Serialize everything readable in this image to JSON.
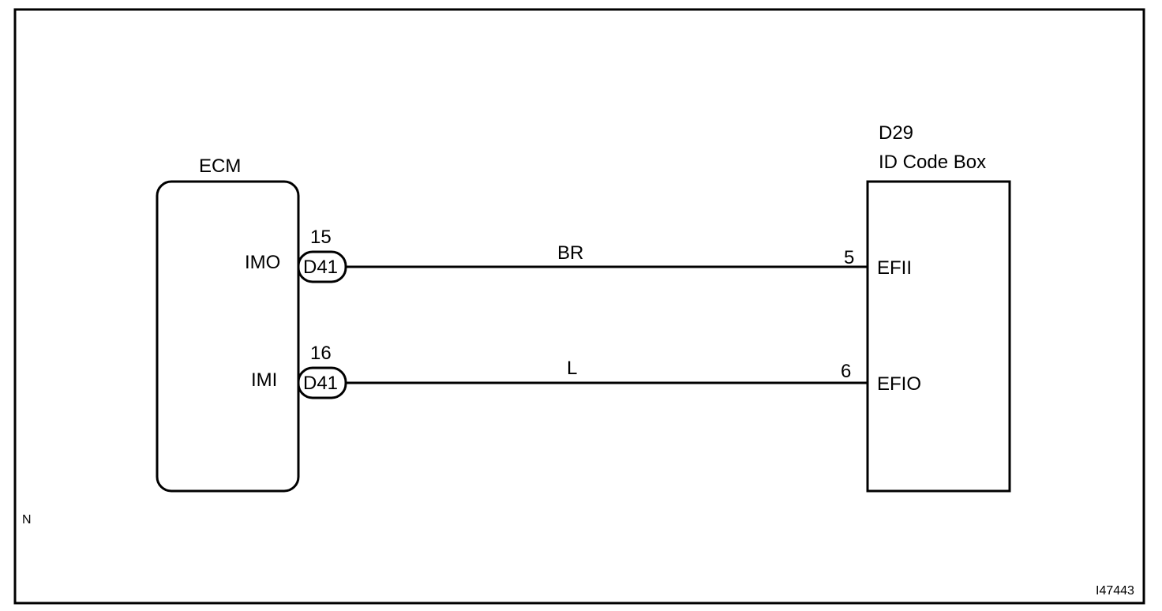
{
  "ecm": {
    "title": "ECM",
    "pins": [
      {
        "name": "IMO",
        "pin": "15",
        "connector": "D41"
      },
      {
        "name": "IMI",
        "pin": "16",
        "connector": "D41"
      }
    ]
  },
  "id_code_box": {
    "connector": "D29",
    "title": "ID Code Box",
    "pins": [
      {
        "name": "EFII",
        "pin": "5"
      },
      {
        "name": "EFIO",
        "pin": "6"
      }
    ]
  },
  "wires": [
    {
      "color_code": "BR",
      "from": "IMO",
      "to": "EFII"
    },
    {
      "color_code": "L",
      "from": "IMI",
      "to": "EFIO"
    }
  ],
  "corner_mark": "N",
  "figure_id": "I47443"
}
